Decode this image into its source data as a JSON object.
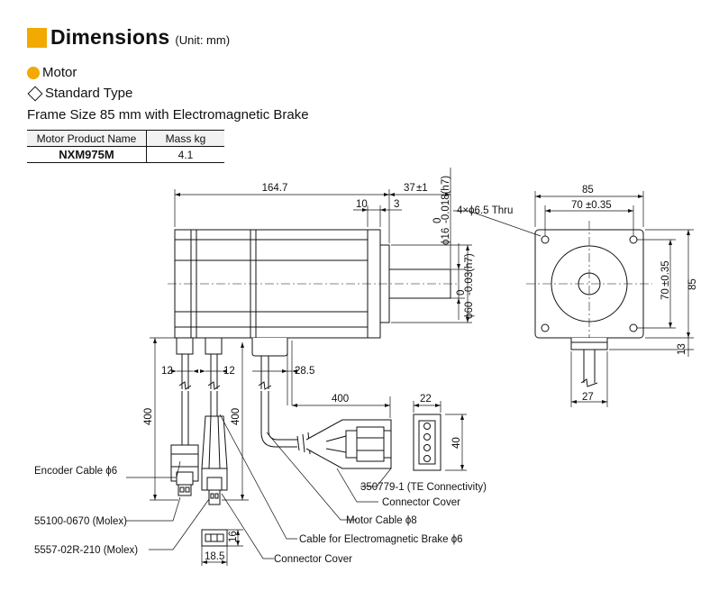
{
  "header": {
    "title": "Dimensions",
    "unit": "(Unit: mm)"
  },
  "section": {
    "category": "Motor",
    "type": "Standard Type",
    "subtitle": "Frame Size 85 mm with Electromagnetic Brake"
  },
  "spec_table": {
    "headers": [
      "Motor Product Name",
      "Mass kg"
    ],
    "rows": [
      {
        "name": "NXM975M",
        "mass": "4.1"
      }
    ]
  },
  "dimensions": {
    "overall_length": "164.7",
    "shaft_length": "37",
    "shaft_length_tol": "±1",
    "d10": "10",
    "d3": "3",
    "shaft_dia": "ϕ16",
    "shaft_dia_tol_upper": "0",
    "shaft_dia_tol": "-0.018(h7)",
    "pilot_dia": "ϕ60",
    "pilot_dia_tol_upper": "0",
    "pilot_dia_tol": "-0.03(h7)",
    "flange_width": "85",
    "flange_height": "85",
    "bolt_pitch": "70",
    "bolt_pitch_tol": "±0.35",
    "bolt_pitch_v": "70",
    "bolt_pitch_v_tol": "±0.35",
    "holes": "4×ϕ6.5 Thru",
    "cable_offset_13": "13",
    "cable_width_27": "27",
    "cable_12a": "12",
    "cable_12b": "12",
    "cable_28_5": "28.5",
    "cable_400_a": "400",
    "cable_400_b": "400",
    "cable_400_c": "400",
    "conn_22": "22",
    "conn_40": "40",
    "conn_16": "16",
    "conn_18_5": "18.5"
  },
  "callouts": {
    "encoder_cable": "Encoder Cable ϕ6",
    "molex_a": "55100-0670 (Molex)",
    "molex_b": "5557-02R-210 (Molex)",
    "te_conn": "350779-1 (TE Connectivity)",
    "conn_cover_a": "Connector Cover",
    "motor_cable": "Motor Cable ϕ8",
    "brake_cable": "Cable for Electromagnetic Brake ϕ6",
    "conn_cover_b": "Connector Cover"
  },
  "colors": {
    "accent": "#f2a900"
  }
}
